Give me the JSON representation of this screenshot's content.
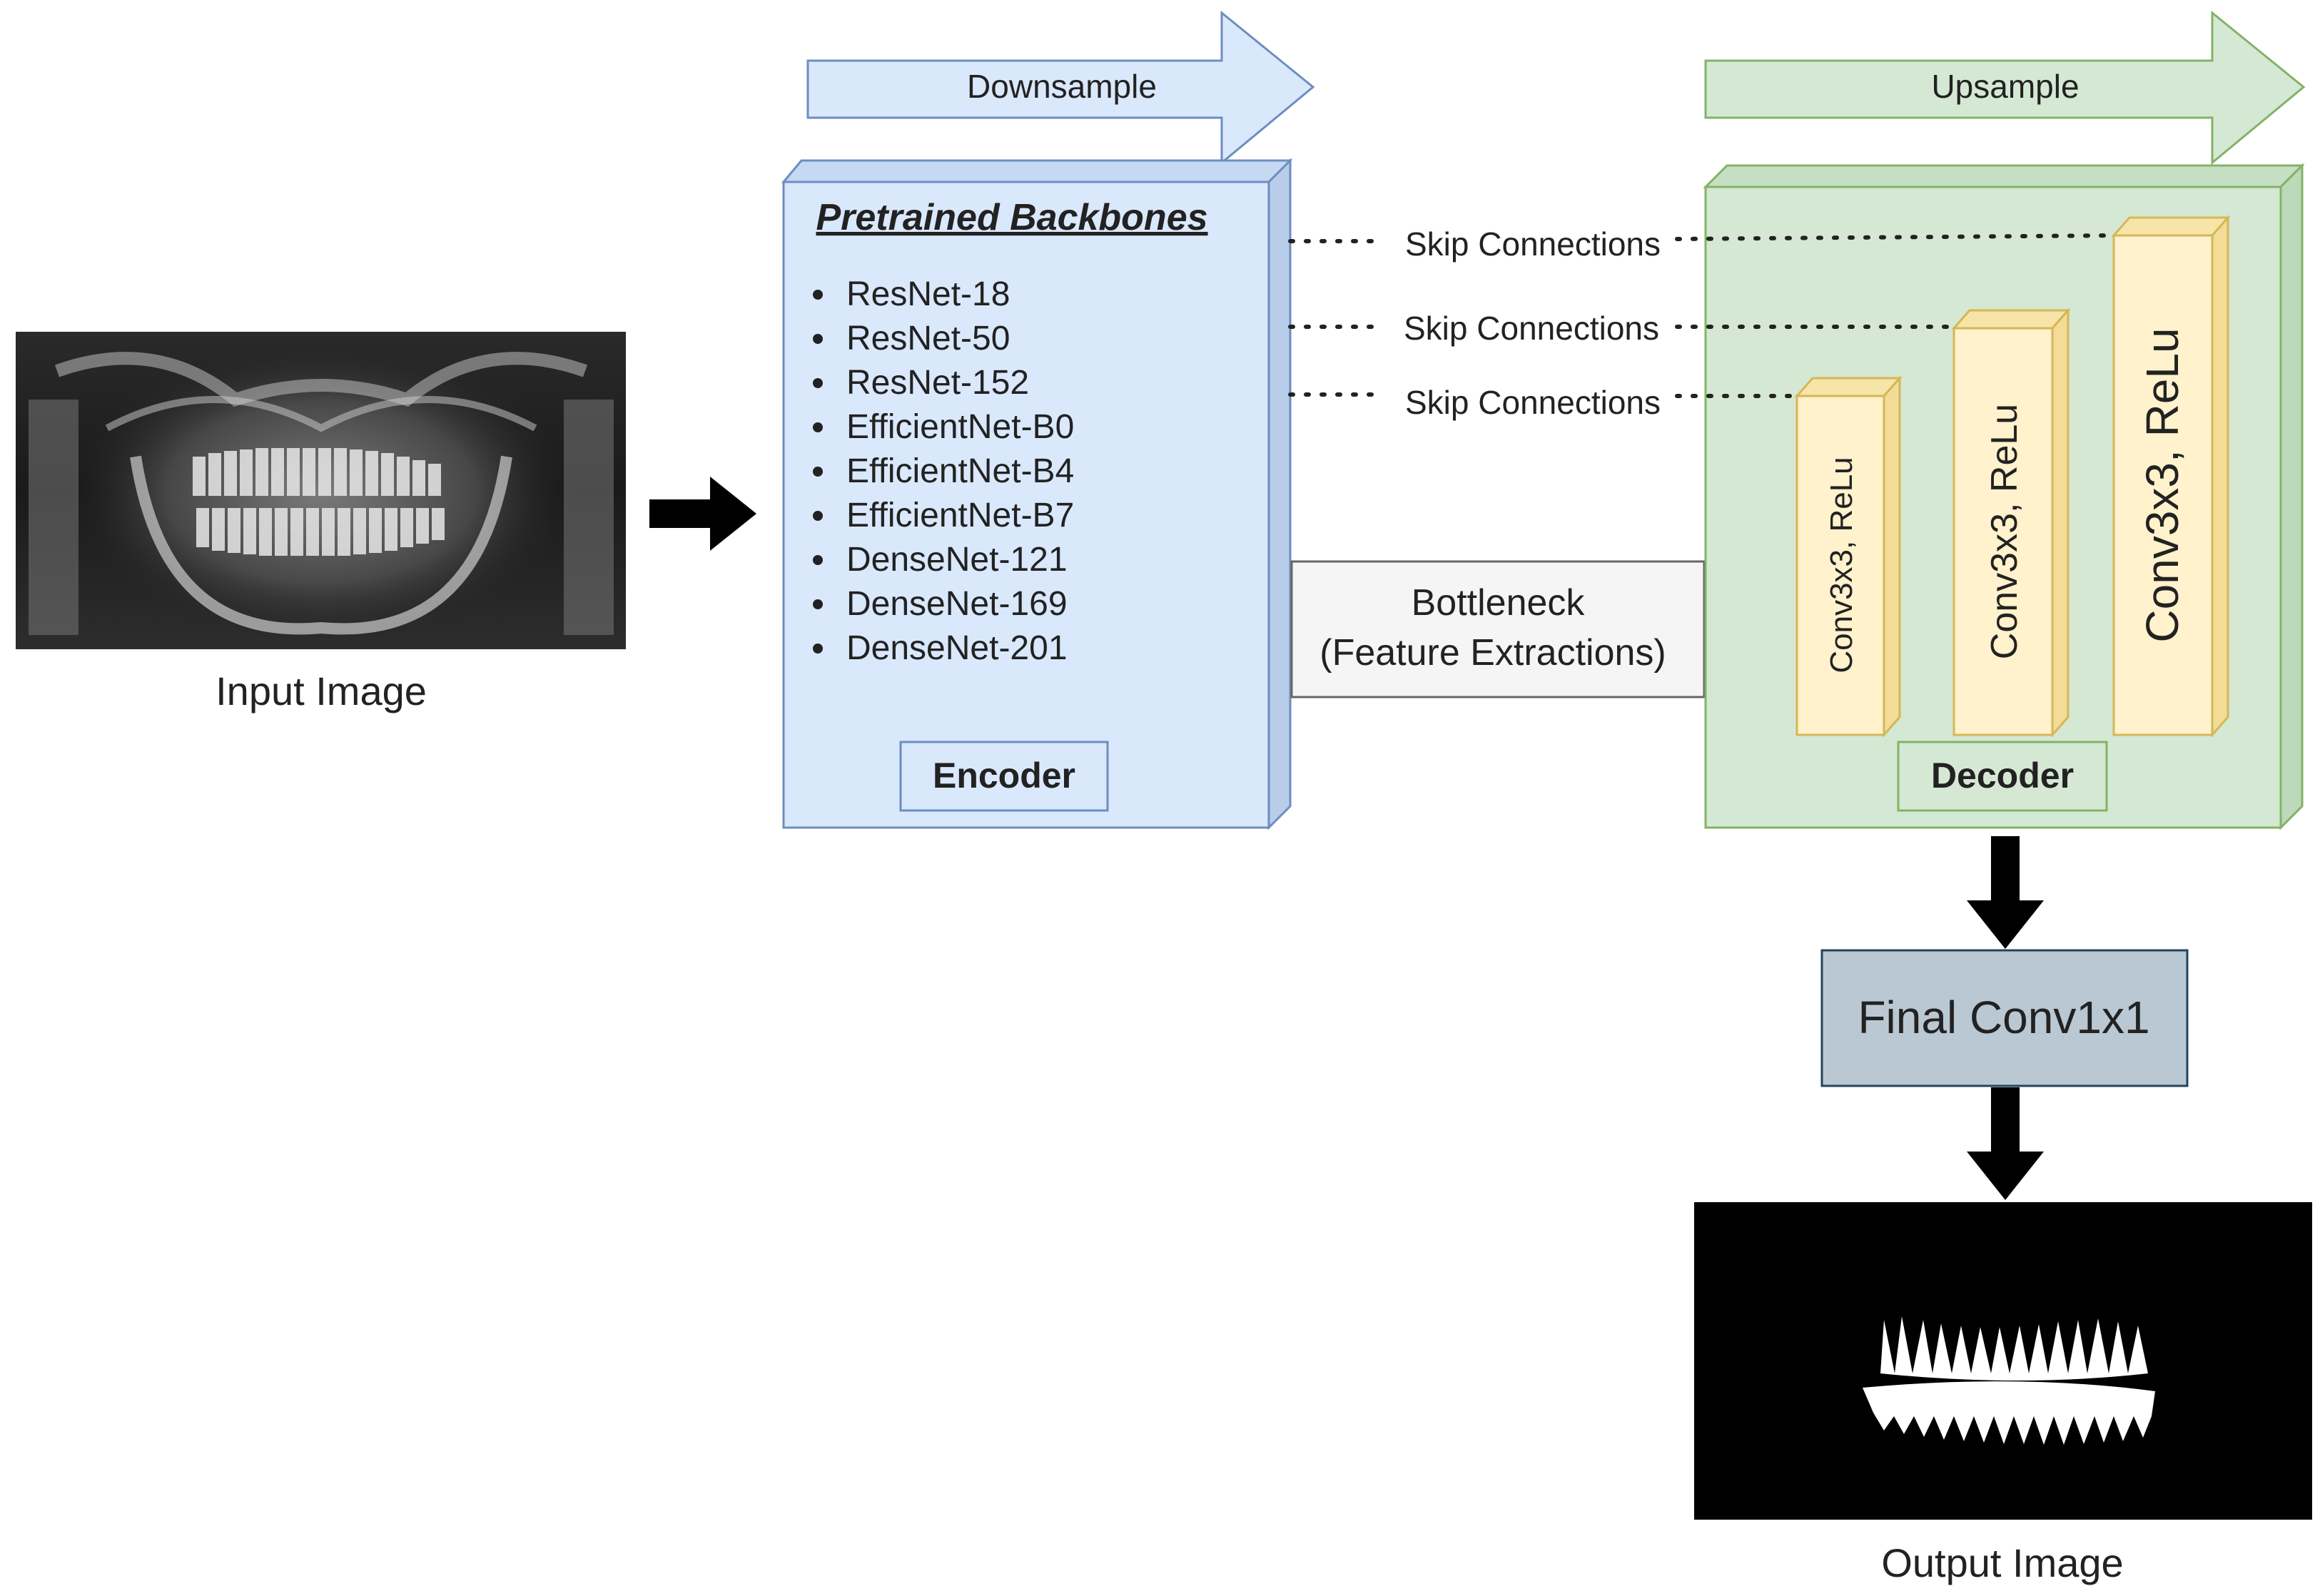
{
  "input": {
    "label": "Input Image"
  },
  "output": {
    "label": "Output Image"
  },
  "arrows": {
    "downsample": "Downsample",
    "upsample": "Upsample"
  },
  "encoder": {
    "title": "Pretrained Backbones",
    "backbones": [
      "ResNet-18",
      "ResNet-50",
      "ResNet-152",
      "EfficientNet-B0",
      "EfficientNet-B4",
      "EfficientNet-B7",
      "DenseNet-121",
      "DenseNet-169",
      "DenseNet-201"
    ],
    "label": "Encoder"
  },
  "bottleneck": {
    "line1": "Bottleneck",
    "line2": "(Feature Extractions)"
  },
  "skips": [
    "Skip Connections",
    "Skip Connections",
    "Skip Connections"
  ],
  "decoder": {
    "label": "Decoder",
    "blocks": [
      "Conv3x3, ReLu",
      "Conv3x3, ReLu",
      "Conv3x3, ReLu"
    ]
  },
  "final": {
    "label": "Final Conv1x1"
  },
  "colors": {
    "encoder_fill": "#dae8fc",
    "encoder_stroke": "#6c8ebf",
    "decoder_fill": "#d5e8d4",
    "decoder_stroke": "#82b366",
    "block_fill": "#fff2cc",
    "block_stroke": "#d6b656",
    "final_fill": "#bac8d3",
    "final_stroke": "#23445d",
    "bottleneck_fill": "#f5f5f5",
    "bottleneck_stroke": "#666666"
  }
}
